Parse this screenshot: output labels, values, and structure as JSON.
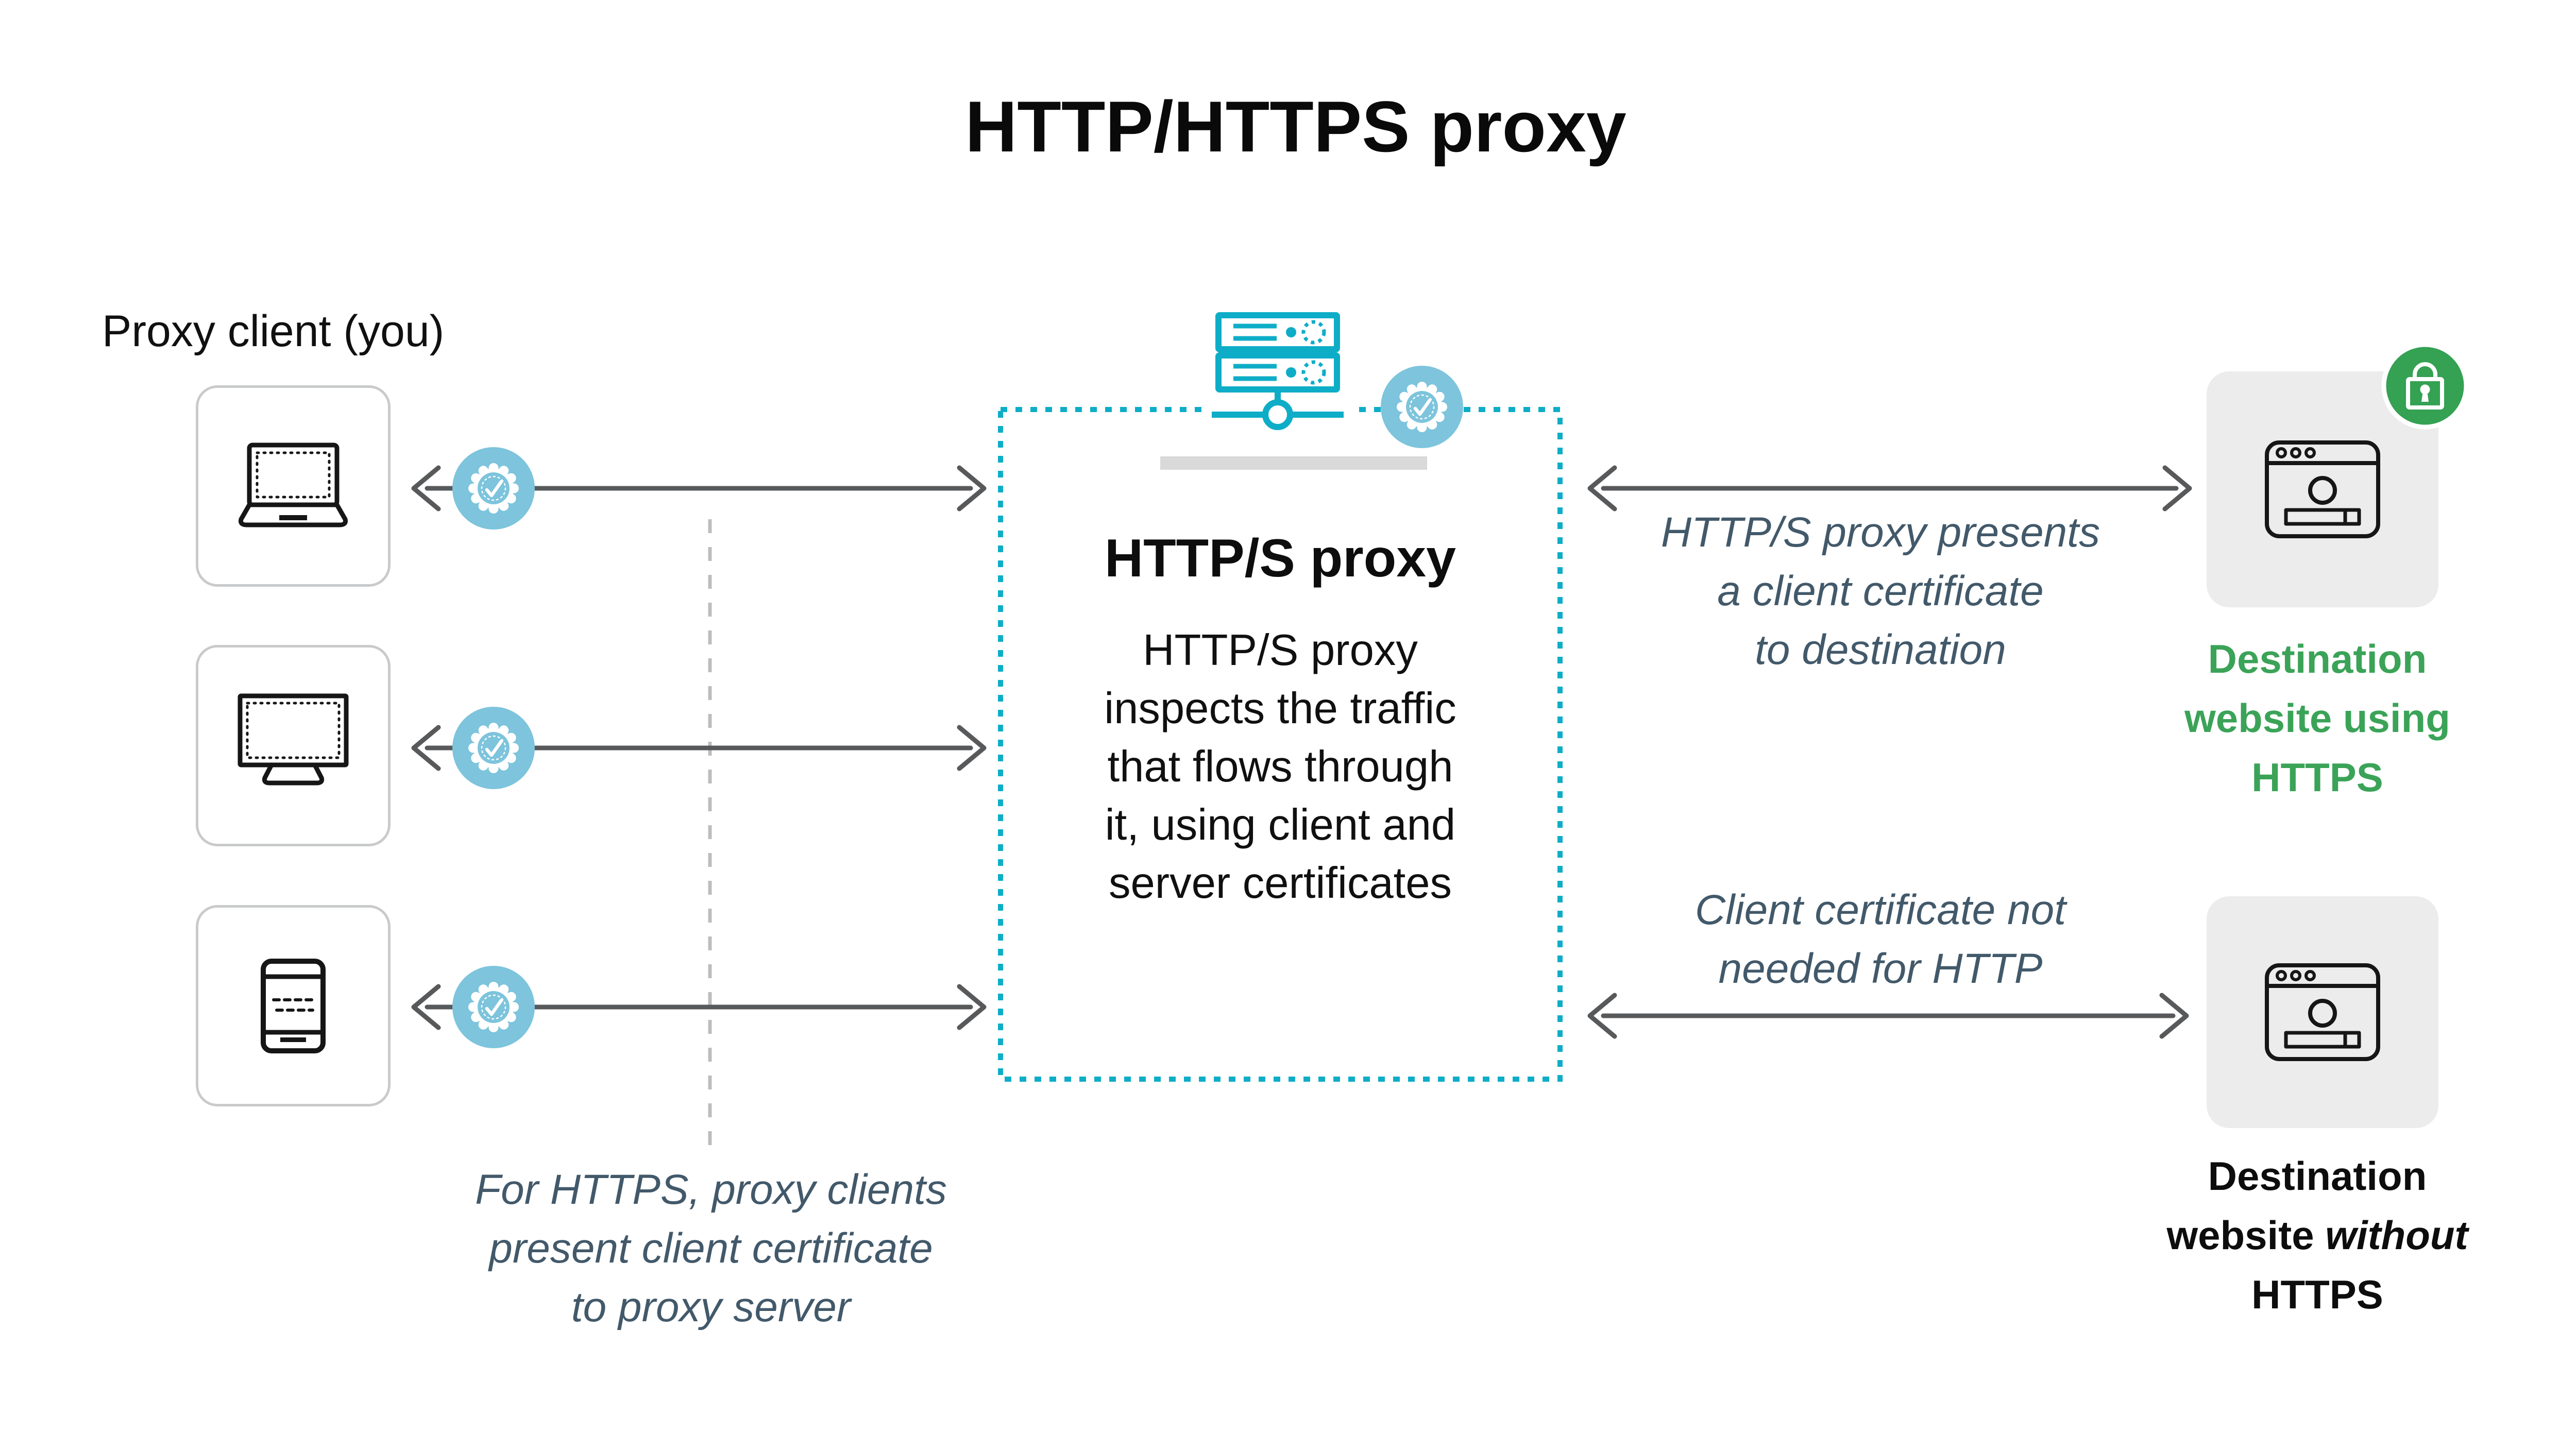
{
  "title": "HTTP/HTTPS proxy",
  "client": {
    "label": "Proxy client (you)",
    "devices": [
      "laptop",
      "desktop-monitor",
      "smartphone"
    ]
  },
  "proxy_box": {
    "heading": "HTTP/S proxy",
    "body": "HTTP/S proxy\ninspects the traffic\nthat flows through\nit, using client and\nserver certificates"
  },
  "notes": {
    "client_to_proxy": "For HTTPS, proxy clients\npresent client certificate\nto proxy server",
    "proxy_to_https": "HTTP/S proxy presents\na client certificate\nto destination",
    "proxy_to_http": "Client certificate not\nneeded for HTTP"
  },
  "destinations": {
    "https": {
      "label": "Destination\nwebsite using\nHTTPS",
      "secure": true
    },
    "http": {
      "label_regular_1": "Destination\nwebsite",
      "label_italic": " without",
      "label_regular_2": "\nHTTPS",
      "secure": false
    }
  },
  "icons": {
    "proxy_server": "server-icon",
    "certificate": "certificate-check-badge-icon",
    "https_lock": "lock-badge-icon",
    "destination_site": "browser-window-icon",
    "client_devices": [
      "laptop-icon",
      "monitor-icon",
      "smartphone-icon"
    ]
  },
  "colors": {
    "ink": "#161616",
    "teal": "#0EADC7",
    "badge": "#7DC4DC",
    "green": "#3BA358",
    "lockgreen": "#34A153",
    "slate": "#42596A",
    "arrow": "#58595B",
    "dash": "#BDBDBD",
    "card_border": "#C9CACB",
    "card_fill": "#ECECEC",
    "underline": "#D9D9D9",
    "title": "#0A0A0A"
  }
}
